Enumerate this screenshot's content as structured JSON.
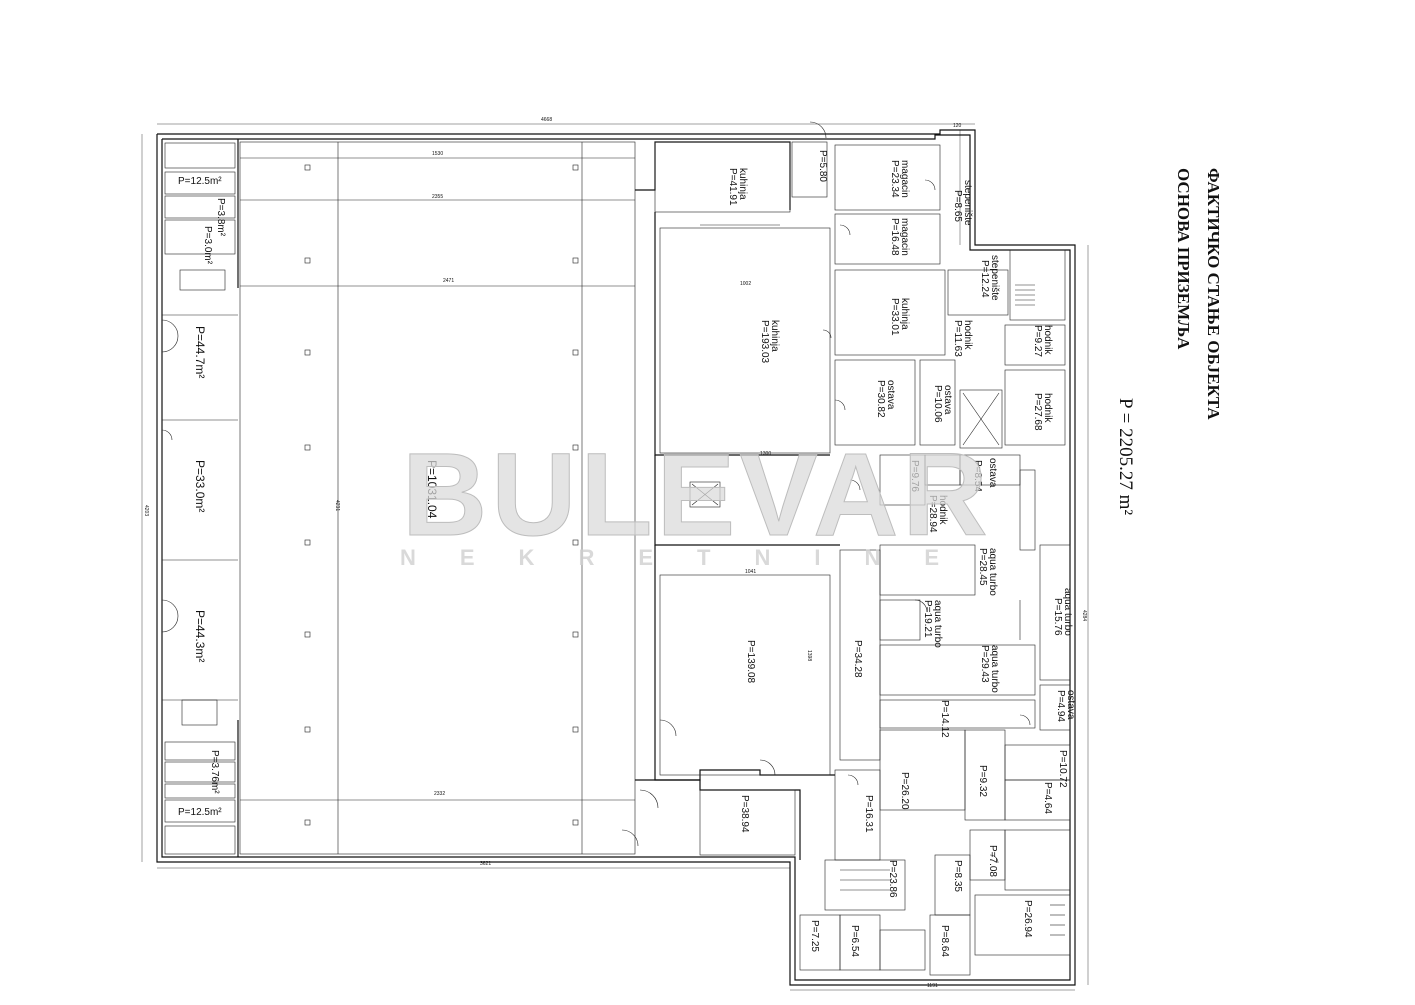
{
  "document": {
    "title_line1": "ФАКТИЧКО СТАЊЕ ОБЈЕКТА",
    "title_line2": "ОСНОВА ПРИЗЕМЉА",
    "total_area": "P = 2205.27 m²"
  },
  "watermark": {
    "brand": "BULEVAR",
    "subtitle": "NEKRETNINE"
  },
  "rooms": [
    {
      "name": "",
      "area": "P=12.5m²"
    },
    {
      "name": "",
      "area": "P=3.8m²"
    },
    {
      "name": "",
      "area": "P=3.0m²"
    },
    {
      "name": "",
      "area": "P=44.7m²"
    },
    {
      "name": "",
      "area": "P=33.0m²"
    },
    {
      "name": "",
      "area": "P=44.3m²"
    },
    {
      "name": "",
      "area": "P=3.76m²"
    },
    {
      "name": "",
      "area": "P=12.5m²"
    },
    {
      "name": "",
      "area": "P=1031.04"
    },
    {
      "name": "kuhinja",
      "area": "P=41.91"
    },
    {
      "name": "kuhinja",
      "area": "P=193.03"
    },
    {
      "name": "",
      "area": "P=139.08"
    },
    {
      "name": "",
      "area": "P=38.94"
    },
    {
      "name": "",
      "area": "P=34.28"
    },
    {
      "name": "magacin",
      "area": "P=23.34"
    },
    {
      "name": "magacin",
      "area": "P=16.48"
    },
    {
      "name": "kuhinja",
      "area": "P=33.01"
    },
    {
      "name": "ostava",
      "area": "P=30.82"
    },
    {
      "name": "ostava",
      "area": "P=10.06"
    },
    {
      "name": "stepenište",
      "area": "P=8.65"
    },
    {
      "name": "stepenište",
      "area": "P=12.24"
    },
    {
      "name": "hodnik",
      "area": "P=11.63"
    },
    {
      "name": "hodnik",
      "area": "P=9.27"
    },
    {
      "name": "hodnik",
      "area": "P=27.68"
    },
    {
      "name": "hodnik",
      "area": "P=28.94"
    },
    {
      "name": "",
      "area": "P=9.76"
    },
    {
      "name": "ostava",
      "area": "P=8.54"
    },
    {
      "name": "aqua turbo",
      "area": "P=28.45"
    },
    {
      "name": "aqua turbo",
      "area": "P=19.21"
    },
    {
      "name": "aqua turbo",
      "area": "P=29.43"
    },
    {
      "name": "aqua turbo",
      "area": "P=15.76"
    },
    {
      "name": "ostava",
      "area": "P=4.94"
    },
    {
      "name": "",
      "area": "P=14.12"
    },
    {
      "name": "",
      "area": "P=26.20"
    },
    {
      "name": "",
      "area": "P=9.32"
    },
    {
      "name": "",
      "area": "P=10.72"
    },
    {
      "name": "",
      "area": "P=4.64"
    },
    {
      "name": "",
      "area": "P=16.31"
    },
    {
      "name": "",
      "area": "P=23.86"
    },
    {
      "name": "",
      "area": "P=8.35"
    },
    {
      "name": "",
      "area": "P=7.08"
    },
    {
      "name": "",
      "area": "P=26.94"
    },
    {
      "name": "",
      "area": "P=7.25"
    },
    {
      "name": "",
      "area": "P=6.54"
    },
    {
      "name": "",
      "area": "P=8.64"
    },
    {
      "name": "",
      "area": "P=5.80"
    }
  ],
  "dimensions": {
    "top_total": "4668",
    "top_right": "120",
    "bottom_left": "3621",
    "bottom_right": "1191",
    "left_total": "4203",
    "right_total": "4284",
    "hall_height": "4231",
    "kitchen_width": "1002",
    "corridor": "1300",
    "hall_span": "1530",
    "hall_span2": "2355",
    "hall_span3": "2471",
    "hall_span4": "2332",
    "room_width": "1041",
    "room_depth": "1398"
  }
}
